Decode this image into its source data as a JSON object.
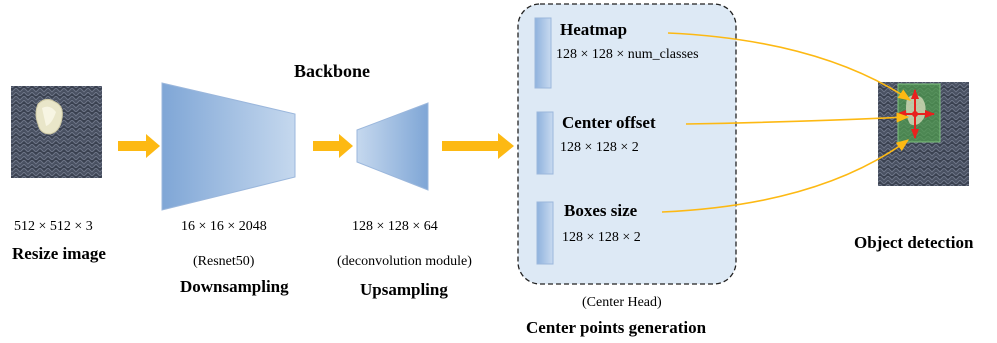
{
  "title": "Backbone",
  "input": {
    "dims": "512 × 512 × 3",
    "label": "Resize image"
  },
  "downsampling": {
    "dims": "16 × 16 × 2048",
    "sub": "(Resnet50)",
    "label": "Downsampling"
  },
  "upsampling": {
    "dims": "128 × 128 × 64",
    "sub": "(deconvolution module)",
    "label": "Upsampling"
  },
  "center_head": {
    "sub": "(Center Head)",
    "label": "Center points generation",
    "outputs": [
      {
        "name": "Heatmap",
        "dims": "128 × 128 × num_classes"
      },
      {
        "name": "Center offset",
        "dims": "128 × 128 × 2"
      },
      {
        "name": "Boxes size",
        "dims": "128 × 128 × 2"
      }
    ]
  },
  "output": {
    "label": "Object detection"
  },
  "colors": {
    "arrow": "#FDB913",
    "trapezoid_dark": "#7FA6D6",
    "trapezoid_light": "#C5D8EE",
    "head_fill": "#DDE9F5",
    "bar_fill": "#A9C4E4",
    "detect_box": "#4F9A4F",
    "center_marker": "#E8211E"
  },
  "icons": {
    "input_image": "knitted-fabric-with-hole",
    "output_image": "knitted-fabric-with-detection-box"
  }
}
